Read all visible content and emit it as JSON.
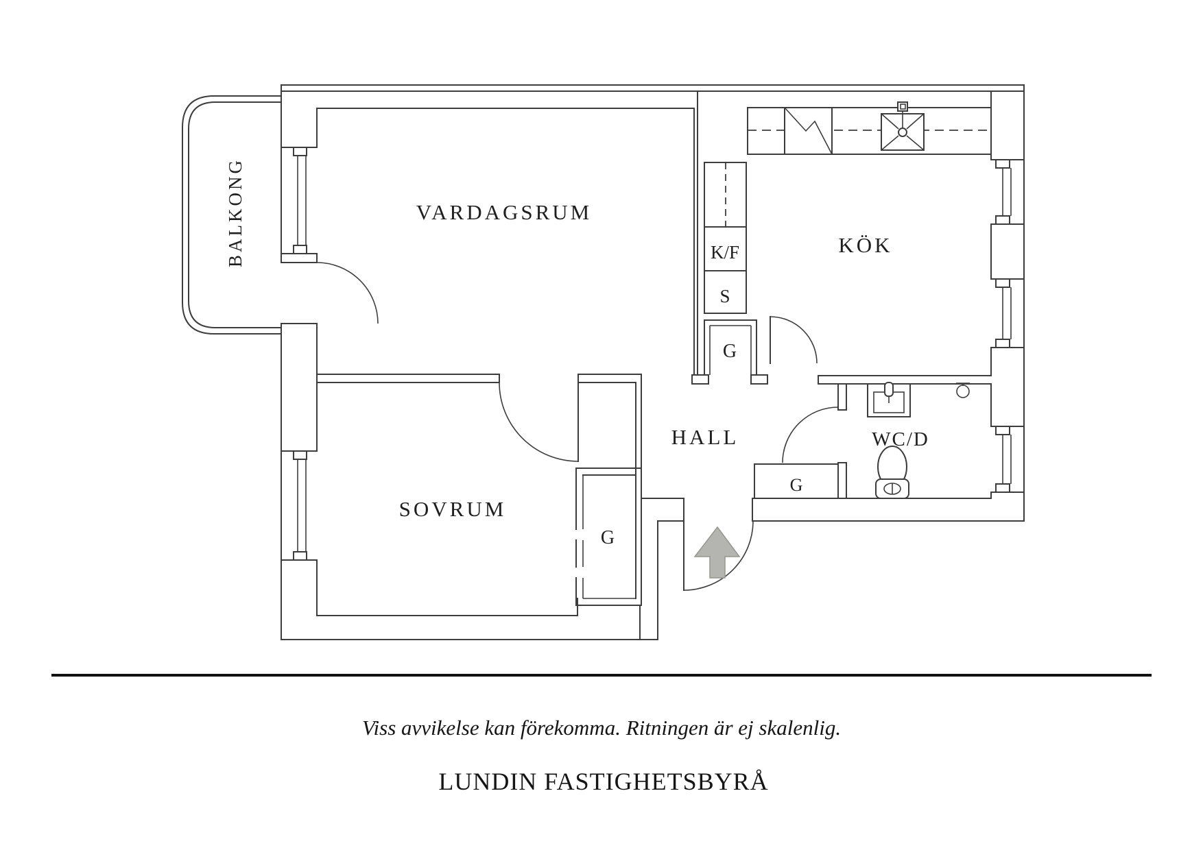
{
  "floorplan": {
    "rooms": {
      "balcony": {
        "label": "BALKONG"
      },
      "living_room": {
        "label": "VARDAGSRUM"
      },
      "kitchen": {
        "label": "KÖK"
      },
      "bedroom": {
        "label": "SOVRUM"
      },
      "hall": {
        "label": "HALL"
      },
      "bathroom": {
        "label": "WC/D"
      }
    },
    "storage": {
      "fridge_freezer": {
        "label": "K/F"
      },
      "pantry": {
        "label": "S"
      },
      "wardrobe_kitchen": {
        "label": "G"
      },
      "wardrobe_bedroom": {
        "label": "G"
      },
      "wardrobe_hall": {
        "label": "G"
      }
    },
    "symbols": [
      "stove-icon",
      "kitchen-sink-icon",
      "washbasin-icon",
      "toilet-icon",
      "shower-icon",
      "entry-arrow-icon",
      "window-icon",
      "door-swing-icon"
    ],
    "colors": {
      "line": "#3d3d3d",
      "arrow_fill": "#b4b4b1",
      "text": "#1f1f1f"
    }
  },
  "footer": {
    "disclaimer": "Viss avvikelse kan förekomma. Ritningen är ej skalenlig.",
    "brand": "LUNDIN FASTIGHETSBYRÅ"
  }
}
